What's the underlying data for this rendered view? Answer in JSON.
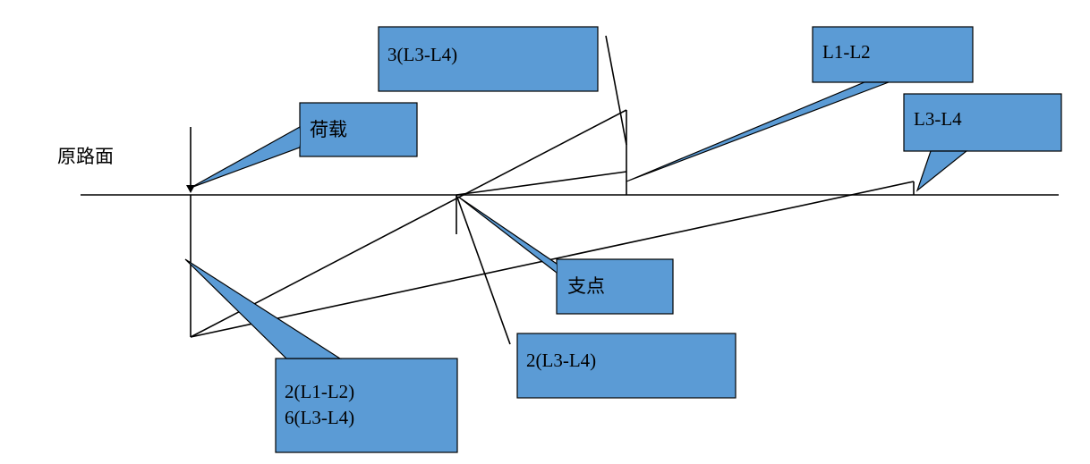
{
  "colors": {
    "callout_fill": "#5b9bd5",
    "callout_stroke": "#000000",
    "line": "#000000",
    "background": "#ffffff"
  },
  "labels": {
    "road_surface": "原路面"
  },
  "callouts": {
    "top_mid": {
      "lines": [
        "3(L3-L4)"
      ]
    },
    "top_right": {
      "lines": [
        "L1-L2"
      ]
    },
    "load": {
      "lines": [
        "荷载"
      ]
    },
    "right": {
      "lines": [
        "L3-L4"
      ]
    },
    "fulcrum": {
      "lines": [
        "支点"
      ]
    },
    "bottom_mid": {
      "lines": [
        "2(L3-L4)"
      ]
    },
    "bottom_left": {
      "lines": [
        "2(L1-L2)",
        "6(L3-L4)"
      ]
    }
  }
}
